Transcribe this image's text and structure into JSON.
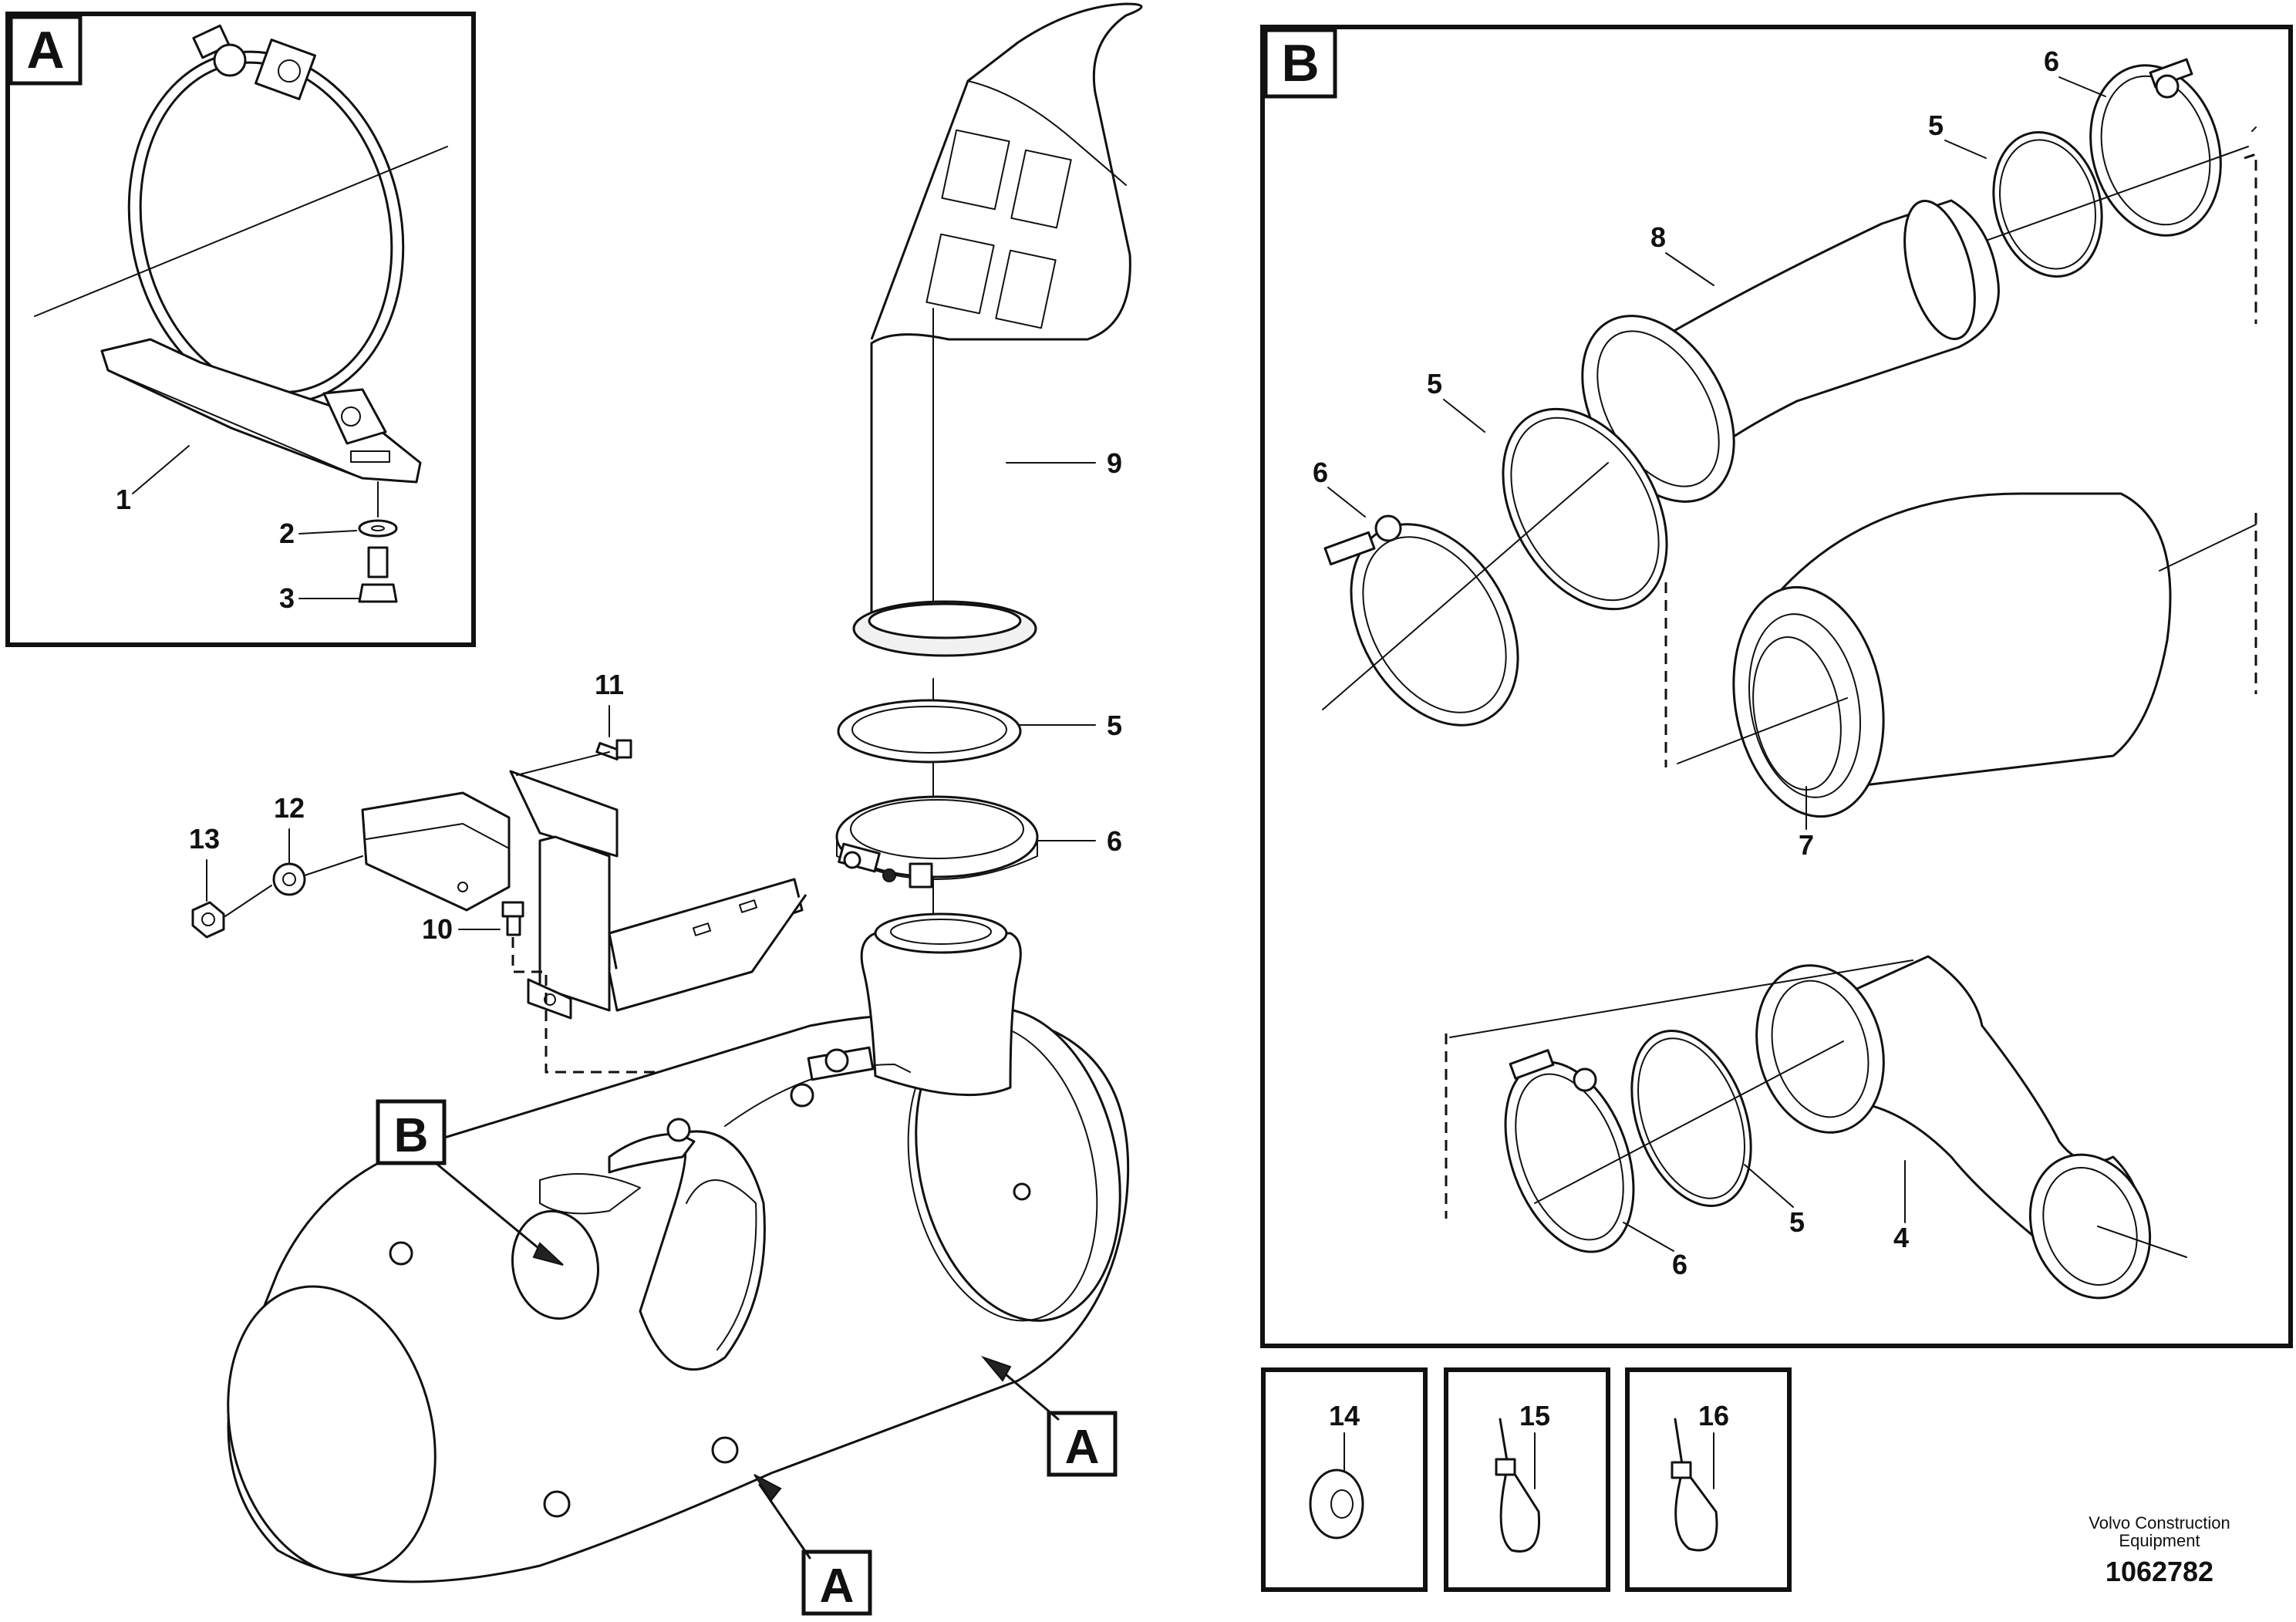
{
  "views": {
    "A": "A",
    "B": "B"
  },
  "callouts": {
    "p1": "1",
    "p2": "2",
    "p3": "3",
    "p4": "4",
    "p5_pipe": "5",
    "p5_b_top": "5",
    "p5_b_left": "5",
    "p5_b_bottom": "5",
    "p6_pipe": "6",
    "p6_b_top": "6",
    "p6_b_left": "6",
    "p6_b_bottom": "6",
    "p7": "7",
    "p8": "8",
    "p9": "9",
    "p10": "10",
    "p11": "11",
    "p12": "12",
    "p13": "13",
    "p14": "14",
    "p15": "15",
    "p16": "16"
  },
  "view_refs": {
    "b_on_main": "B",
    "a_on_main_right": "A",
    "a_on_main_bottom": "A"
  },
  "footer": {
    "company_line1": "Volvo Construction",
    "company_line2": "Equipment",
    "drawing_number": "1062782"
  }
}
